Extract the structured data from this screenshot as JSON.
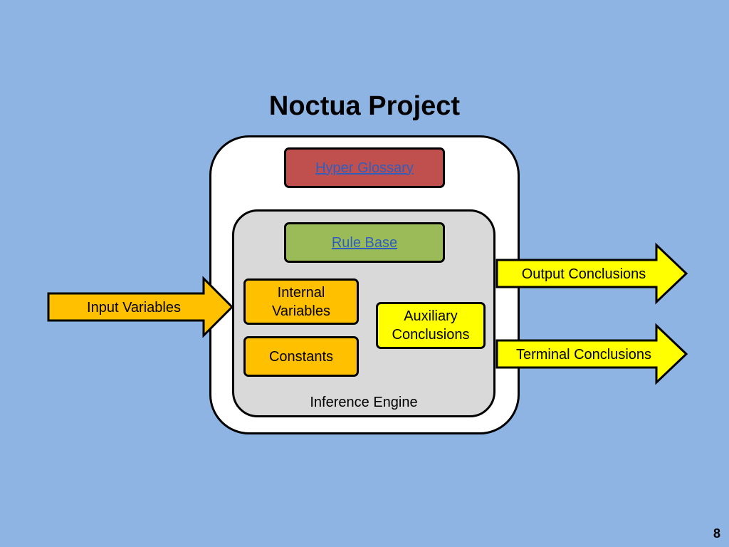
{
  "title": "Noctua Project",
  "boxes": {
    "hyper_glossary": "Hyper Glossary",
    "rule_base": "Rule Base",
    "internal_variables": "Internal Variables",
    "constants": "Constants",
    "auxiliary_conclusions": "Auxiliary Conclusions"
  },
  "inference_engine_label": "Inference Engine",
  "arrows": {
    "input_variables": "Input Variables",
    "output_conclusions": "Output Conclusions",
    "terminal_conclusions": "Terminal Conclusions"
  },
  "page_number": "8",
  "colors": {
    "background": "#8eb4e3",
    "hyper_glossary": "#c0504d",
    "rule_base": "#9bbb59",
    "orange": "#ffc000",
    "yellow": "#ffff00",
    "link": "#2e5fbf"
  }
}
